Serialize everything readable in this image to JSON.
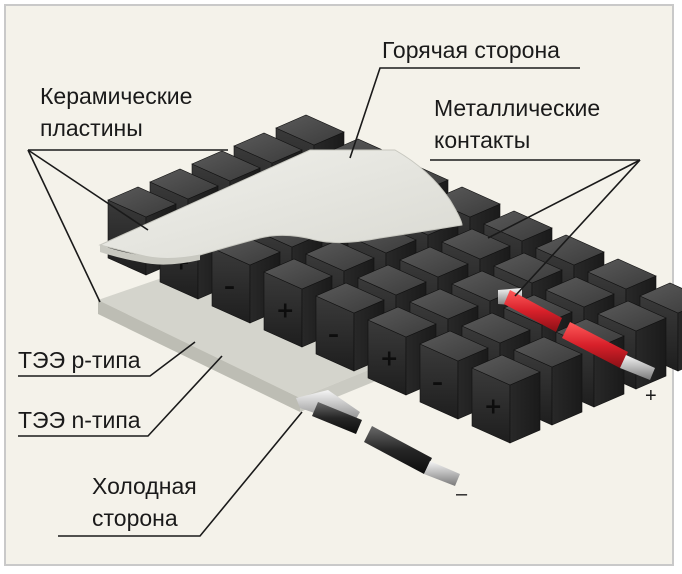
{
  "labels": {
    "hot_side": "Горячая сторона",
    "ceramic_line1": "Керамические",
    "ceramic_line2": "пластины",
    "metal_line1": "Металлические",
    "metal_line2": "контакты",
    "p_type": "ТЭЭ р-типа",
    "n_type": "ТЭЭ n-типа",
    "cold_line1": "Холодная",
    "cold_line2": "сторона"
  },
  "wires": {
    "positive_sign": "+",
    "negative_sign": "–"
  },
  "cell_signs": {
    "plus": "+",
    "minus": "–"
  },
  "colors": {
    "background": "#f4f2ea",
    "ceramic": "#e8e8e2",
    "cell_top": "#4a4a4a",
    "cell_side": "#2e2e2e",
    "wire_red": "#d8202a",
    "wire_black": "#1f1f1f"
  }
}
